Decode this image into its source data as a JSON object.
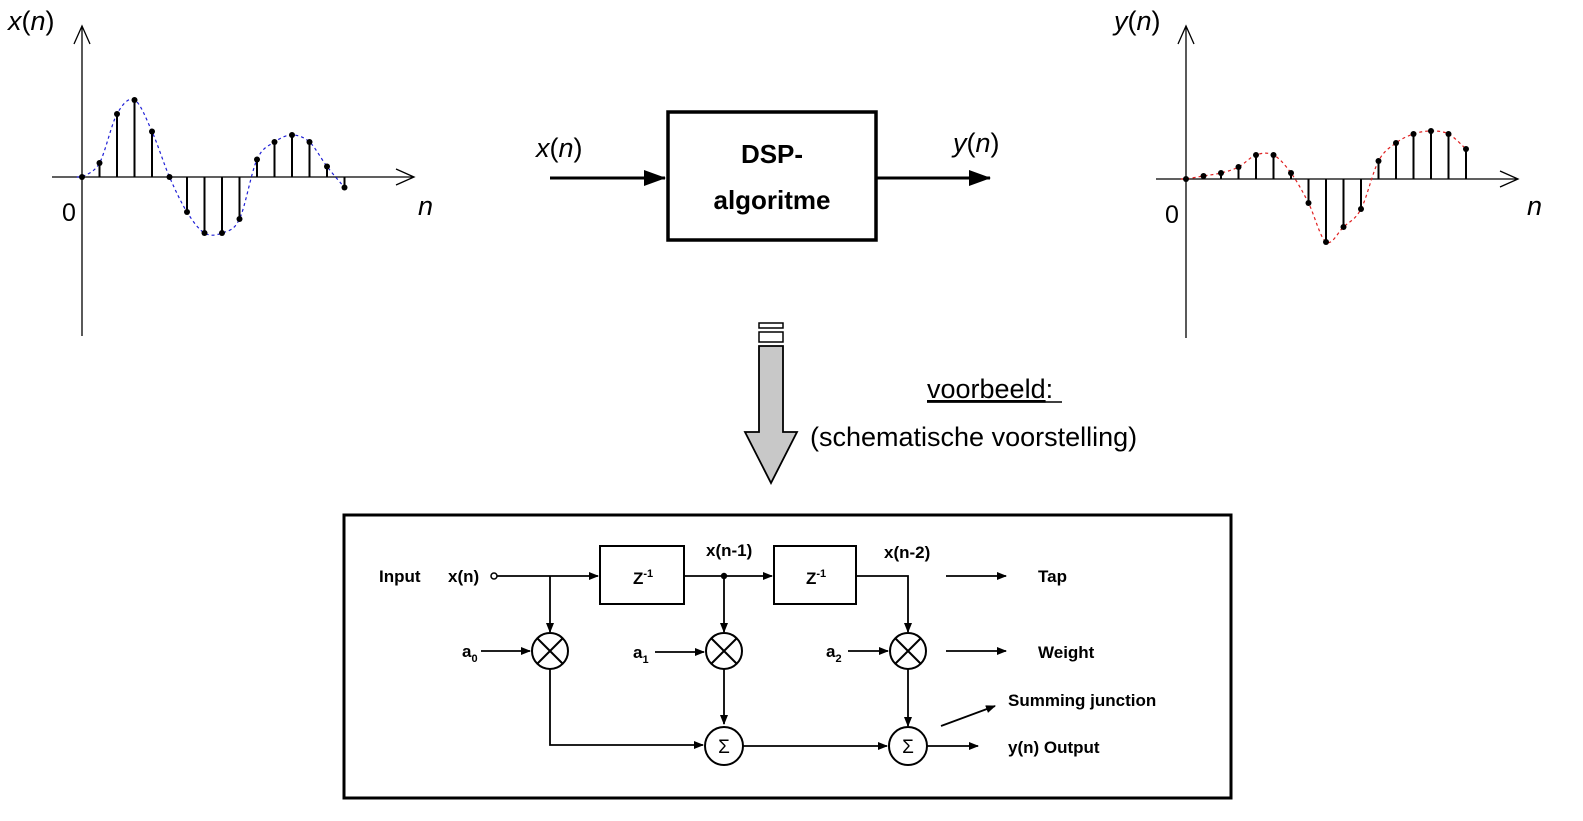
{
  "input_plot": {
    "ylabel_var": "x",
    "ylabel_arg": "n",
    "xlabel": "n",
    "origin": "0",
    "curve_color": "#1f1fd6",
    "samples": [
      0,
      0.2,
      0.9,
      1.1,
      0.65,
      0,
      -0.5,
      -0.8,
      -0.8,
      -0.6,
      0.25,
      0.5,
      0.6,
      0.5,
      0.15,
      -0.15
    ]
  },
  "dsp_block": {
    "in_var": "x",
    "in_arg": "n",
    "out_var": "y",
    "out_arg": "n",
    "line1": "DSP-",
    "line2": "algoritme"
  },
  "output_plot": {
    "ylabel_var": "y",
    "ylabel_arg": "n",
    "xlabel": "n",
    "origin": "0",
    "curve_color": "#e02020",
    "samples": [
      0,
      0.05,
      0.1,
      0.2,
      0.4,
      0.4,
      0.1,
      -0.4,
      -1.05,
      -0.8,
      -0.5,
      0.3,
      0.6,
      0.75,
      0.8,
      0.75,
      0.5
    ]
  },
  "arrow": {
    "fill": "#c8c8c8"
  },
  "example": {
    "word": "voorbeeld",
    "colon": ":",
    "subtitle": "(schematische voorstelling)"
  },
  "schematic": {
    "input_label": "Input",
    "xn": "x(n)",
    "z_base": "Z",
    "z_exp": "-1",
    "xn1": "x(n-1)",
    "xn2": "x(n-2)",
    "a_base": "a",
    "a_subs": [
      "0",
      "1",
      "2"
    ],
    "sigma": "Σ",
    "tap": "Tap",
    "weight": "Weight",
    "summing": "Summing junction",
    "output": "y(n) Output"
  }
}
